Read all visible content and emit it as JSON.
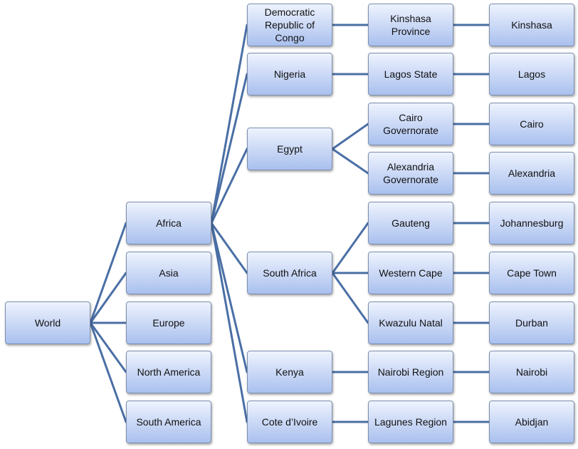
{
  "root": {
    "label": "World"
  },
  "continents": [
    "Africa",
    "Asia",
    "Europe",
    "North America",
    "South America"
  ],
  "countries": [
    "Democratic Republic of Congo",
    "Nigeria",
    "Egypt",
    "South Africa",
    "Kenya",
    "Cote d’Ivoire"
  ],
  "regions": [
    "Kinshasa Province",
    "Lagos State",
    "Cairo Governorate",
    "Alexandria Governorate",
    "Gauteng",
    "Western Cape",
    "Kwazulu Natal",
    "Nairobi Region",
    "Lagunes Region"
  ],
  "cities": [
    "Kinshasa",
    "Lagos",
    "Cairo",
    "Alexandria",
    "Johannesburg",
    "Cape Town",
    "Durban",
    "Nairobi",
    "Abidjan"
  ],
  "colors": {
    "line": "#4a6fa5",
    "node_top": "#eef3fe",
    "node_bottom": "#a9c0ee",
    "node_border": "#7d8fae"
  }
}
